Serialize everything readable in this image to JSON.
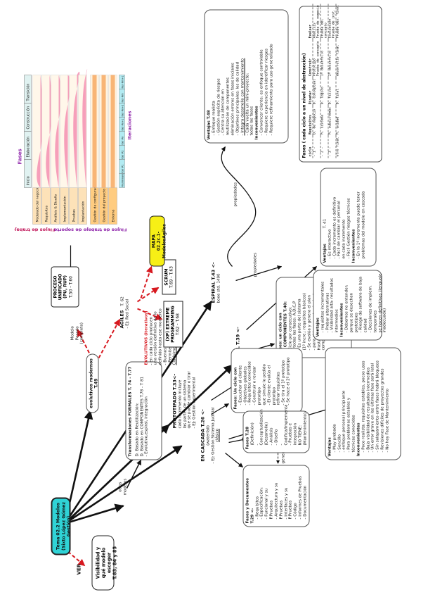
{
  "main_title": [
    "Tema 02.2 Modelos",
    "(Sixto López Gómez Gestión)"
  ],
  "visibility": [
    "Visibilidad y",
    "qué modelo escoger",
    "T.83, 84 y 85"
  ],
  "labels": {
    "ver": "VER",
    "otros_modelos": [
      "otros",
      "modelos"
    ],
    "modelo_pesado": [
      "Modelo",
      "Pesado",
      "(completo)"
    ],
    "propiedades_1": "propiedades",
    "propiedades_2": "propiedades",
    "generan": "generan"
  },
  "formal": {
    "title": "Transformaciones FORMALES T. 74 - T.77",
    "line1": "D. Basado en Reutilización:",
    "line2": "D. Basado en COMPONENTES T.78 - T 81",
    "line3": "- Evolutivo,espiral, integración"
  },
  "evolutivos": "evolutivos modernos T.49",
  "evolutivos_iter": {
    "title": "EVOLUTIVOS (iterativos)",
    "lines": [
      "- en cada ciclo producen",
      "una versión definitiva de lo",
      "definido hasta ese momento",
      "- Buenos para los cambios",
      "- Permiten entregas parciales",
      "Clarísimo dos tipos"
    ]
  },
  "rup": {
    "title": [
      "PROCESO",
      "UNIFICADO",
      "(PU, RUP)"
    ],
    "pages": "T.50 - T.60",
    "figure": {
      "phases": "Fases",
      "phase_cols": [
        "Inicio",
        "Elaboración",
        "Construcción",
        "Transición"
      ],
      "process_flows": "Flujos de trabajo de proceso",
      "process_rows": [
        "Modelado del negocio",
        "Requisitos",
        "Análisis & Diseño",
        "Implementación",
        "Pruebas",
        "Implantación"
      ],
      "support_flows": "Flujos de trabajo de soporte",
      "support_rows": [
        "Gestión de configuración",
        "Gestión del proyecto",
        "Entorno"
      ],
      "iterations": "Iteraciones",
      "iter_labels": [
        "Preliminares",
        "Iter #1",
        "Iter #2",
        "Iter #n",
        "Iter #n+1",
        "Iter #n+2",
        "Iter #m",
        "Iter #m+1"
      ]
    }
  },
  "agiles": {
    "title": "AGILES",
    "pages": "T. 62",
    "sub": "- EJ: Red Social"
  },
  "scrum": [
    "SCRUM",
    "T.69 - T.63"
  ],
  "xp": [
    "(XP) EXTREME",
    "PROGRAMMING",
    "T.62 - T.68"
  ],
  "mapa": [
    "MAPA",
    "02.2c.1-ModelosAgiles"
  ],
  "espiral": {
    "title": "ESPIRAL T.43 <-",
    "sub": "boee std. 1490"
  },
  "incremental": "INCREMENTAL T.39 <-",
  "prototipado": {
    "title": "PROTOTIPADO T.33<-",
    "lines": [
      "cada incremento incluye",
      "las partes de un sistema",
      "que se puede cambiar o tirar",
      "- EJ: Gestión experimental"
    ]
  },
  "cascada": {
    "title": "EN CASCADA T.26 <-",
    "sub": "(waterfall)",
    "ej": "- EJ: Gestión Sistema Judicial",
    "clasico": "clásico"
  },
  "espiral_adv": {
    "title": "Ventajas T.48",
    "lines": [
      "- Enfoque realista",
      "- Gestión explícita de riesgos",
      "- Centra su atención en",
      "  reutilización de componentes",
      "  eliminación errores en fases iniciales",
      "- Objetivos principales: los de calidad",
      "- Integra desarrollo con mantenimiento",
      "- Cada vuelta un mini-proyecto:",
      "  todas las fases"
    ],
    "cons_title": "Inconvenientes",
    "cons": [
      "- Convencer cliente: es enfoque controlable",
      "- Requiere experiencia en identificar riesgos",
      "- Requiere refinamiento para uso generalizado"
    ]
  },
  "phase_table": {
    "title": "Fases ( cada ciclo a un nivel de abstracción)",
    "header": [
      "ciclo",
      "Requisitos",
      "Diseñar",
      "Construir",
      "Evaluar"
    ],
    "rows": [
      [
        "- 1 -",
        "D. de negocio",
        "D. conceptual",
        "Prototipo",
        "Análisis"
      ],
      [
        "",
        "",
        "",
        "Prueba de concepto",
        "Prueba de negocio"
      ],
      [
        "- 2 -",
        "R. sistema",
        "D. lógico",
        "1º desarrollo",
        "Prueba del"
      ],
      [
        "",
        "",
        "",
        "",
        "concepto"
      ],
      [
        "- 3 -",
        "R. subsistemas",
        "D. físico",
        "2º desarrollo",
        "Evaluación"
      ],
      [
        "",
        "",
        "",
        "",
        "Prueba de inst."
      ],
      [
        "otro final",
        "R. unidad",
        "D. final",
        "desarrollo final",
        "Prueba des. final"
      ]
    ]
  },
  "incremental_phases": {
    "title": "Fases: un ciclo con",
    "lines": [
      "- COMPONENTES T.40:",
      "  Ciclo por consecutivo:",
      "  - todas las fases: A,D,C,P",
      "  - Es una parte del sistema",
      "  (1º incre.: requisitos básicos)",
      "",
      "- Se evalúa y genera el plan",
      "  - para el incremento siguiente",
      "",
      "Hasta elaborar el producto completo"
    ]
  },
  "incremental_adv": {
    "title": "Ventajas",
    "pages": "T. 41",
    "lines": [
      "- Es interactivo",
      "- Cada incremento es definitivo",
      "- Fácil de cambiar el personal",
      "  en cada incremento",
      "- Fácil Gestión riesgos técnicos"
    ],
    "cons_title": "Inconvenientes",
    "cons": [
      "- En la 1º incremento puede tener",
      "  problemas del modelo en cascada"
    ]
  },
  "prototipado_phases": {
    "title": "Fases: Un ciclo con",
    "lines": [
      "- Escuchar al cliente",
      "- Objetivos globales",
      "- Requisitos conocidos",
      "- Construir o revisar prototipo",
      "  que simule lo pedido",
      "- El cliente evalúa el prototipo",
      "  refinar requisitos",
      "- Se tira el 1º prototipo",
      "  - Se hace el 2º prototipo"
    ]
  },
  "prototipado_adv": {
    "title": "Ventajas",
    "lines": [
      "- requisitos incrementales",
      "- Probar alternativas",
      "- Visibilidad alta: resultados intermedios"
    ],
    "cons_title": "Inconvenientes",
    "cons": [
      "- Debemos no entender:",
      "  porque se desechan prototipos",
      "- Riesgo de software de baja calidad",
      "  - Decisiones de implem. temporales",
      "  se hacen definitivas (lenguaje inadecuado)"
    ]
  },
  "fases_docs": {
    "title": "Fases y Documentos T.29 <-",
    "lines": [
      "- Requisitos",
      "- Especificación:",
      "  - Funcional y su P.Pruebas",
      "  - Arquitectura y su P.Pruebas",
      "  - Interfaces y su P.Pruebas",
      "- Código",
      "- Informes de Pruebas",
      "- Documentación"
    ]
  },
  "fases_t28": {
    "title": "Fases T.28",
    "lines": [
      "(Definición)",
      "- Conceptualización",
      "  (Desarrollo)",
      "- Análisis",
      "- Diseño",
      "- Codifica/Implementa",
      "- Pruebas e",
      "  integración",
      "NO TIENE:",
      "(Mantenimiento)"
    ]
  },
  "cascada_adv": {
    "title": "Ventajas",
    "lines": [
      "- Muy probado",
      "- Sencillo",
      "  - enfoque personal principiante",
      "- Para problemas estables y",
      "  técnicas conocidas"
    ],
    "cons_title": "Inconvenientes",
    "cons": [
      "- Poco realista: requisitos estables, pocos usos",
      "- Baja visibilidad de resultados intermedios",
      "  - Un error grave en las últimas fase será letal",
      "- Sin solapamiento entre fases habrá bloqueos",
      "- Revisiones difíciles de proyectos grandes",
      "- No hay Fase de Mantenimiento"
    ]
  },
  "colors": {
    "main_title_bg": "#2fd3d6",
    "mapa_bg": "#f7ef16",
    "accent_red": "#d71920",
    "rup_process_label": "#c2185b",
    "rup_support_label": "#8e24aa"
  }
}
